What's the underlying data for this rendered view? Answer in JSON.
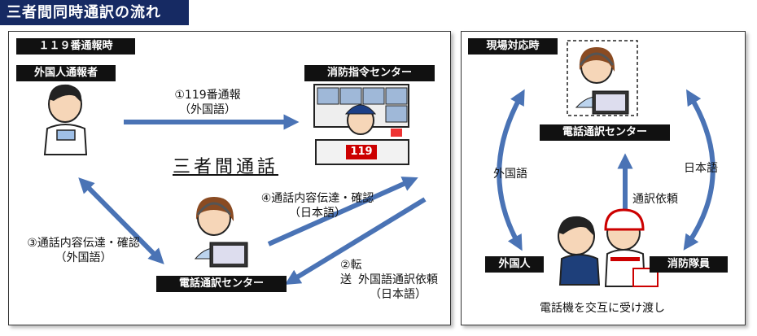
{
  "header": {
    "title": "三者間同時通訳の流れ"
  },
  "left": {
    "panel_title": "１１９番通報時",
    "caller_label": "外国人通報者",
    "dispatch_label": "消防指令センター",
    "interp_label": "電話通訳センター",
    "three_way_call": "三者間通話",
    "arrow1_line1": "①119番通報",
    "arrow1_line2": "（外国語）",
    "arrow2_line1": "②転送",
    "arrow2_line2": "外国語通訳依頼",
    "arrow2_line3": "（日本語）",
    "arrow3_line1": "③通話内容伝達・確認",
    "arrow3_line2": "（外国語）",
    "arrow4_line1": "④通話内容伝達・確認",
    "arrow4_line2": "（日本語）",
    "badge_119": "119"
  },
  "right": {
    "panel_title": "現場対応時",
    "interp_label": "電話通訳センター",
    "foreigner_label": "外国人",
    "firefighter_label": "消防隊員",
    "left_arrow_label": "外国語",
    "right_arrow_label": "日本語",
    "up_arrow_label": "通訳依頼",
    "bottom_caption": "電話機を交互に受け渡し"
  },
  "colors": {
    "arrow": "#4a73b5",
    "header_bg": "#162a63",
    "tag_bg": "#111111"
  }
}
